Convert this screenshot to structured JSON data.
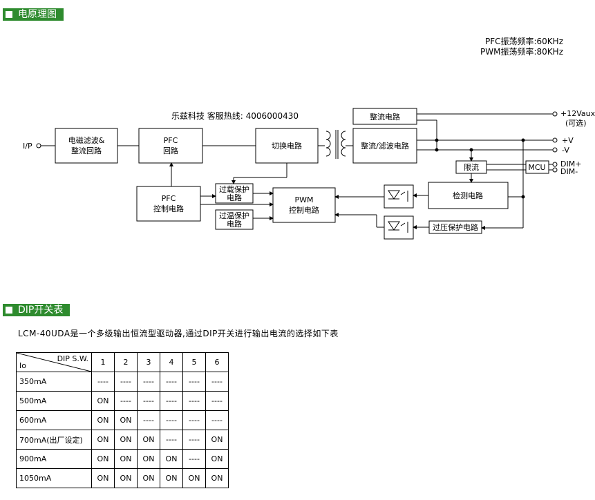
{
  "sections": {
    "schematic_title": "电原理图",
    "dip_title": "DIP开关表"
  },
  "freq": {
    "pfc": "PFC振荡频率:60KHz",
    "pwm": "PWM振荡频率:80KHz"
  },
  "hotline": "乐兹科技 客服热线: 4006000430",
  "blocks": {
    "emi_l1": "电磁滤波&",
    "emi_l2": "整流回路",
    "pfc_l1": "PFC",
    "pfc_l2": "回路",
    "switch": "切换电路",
    "rect_aux": "整流电路",
    "rect_filter": "整流/滤波电路",
    "pfc_ctrl_l1": "PFC",
    "pfc_ctrl_l2": "控制电路",
    "ovl_l1": "过载保护",
    "ovl_l2": "电路",
    "otp_l1": "过温保护",
    "otp_l2": "电路",
    "pwm_l1": "PWM",
    "pwm_l2": "控制电路",
    "limit": "限流",
    "mcu": "MCU",
    "detect": "检测电路",
    "ovp": "过压保护电路"
  },
  "terminals": {
    "ip": "I/P",
    "aux": "+12Vaux",
    "aux_opt": "(可选)",
    "vplus": "+V",
    "vminus": "-V",
    "dimplus": "DIM+",
    "dimminus": "DIM-"
  },
  "dip": {
    "description": "LCM-40UDA是一个多级输出恒流型驱动器,通过DIP开关进行输出电流的选择如下表",
    "header_dip": "DIP S.W.",
    "header_io": "Io",
    "switches": [
      "1",
      "2",
      "3",
      "4",
      "5",
      "6"
    ],
    "rows": [
      {
        "io": "350mA",
        "cells": [
          "----",
          "----",
          "----",
          "----",
          "----",
          "----"
        ]
      },
      {
        "io": "500mA",
        "cells": [
          "ON",
          "----",
          "----",
          "----",
          "----",
          "----"
        ]
      },
      {
        "io": "600mA",
        "cells": [
          "ON",
          "ON",
          "----",
          "----",
          "----",
          "----"
        ]
      },
      {
        "io": "700mA(出厂设定)",
        "cells": [
          "ON",
          "ON",
          "ON",
          "----",
          "----",
          "ON"
        ]
      },
      {
        "io": "900mA",
        "cells": [
          "ON",
          "ON",
          "ON",
          "ON",
          "----",
          "ON"
        ]
      },
      {
        "io": "1050mA",
        "cells": [
          "ON",
          "ON",
          "ON",
          "ON",
          "ON",
          "ON"
        ]
      }
    ]
  }
}
